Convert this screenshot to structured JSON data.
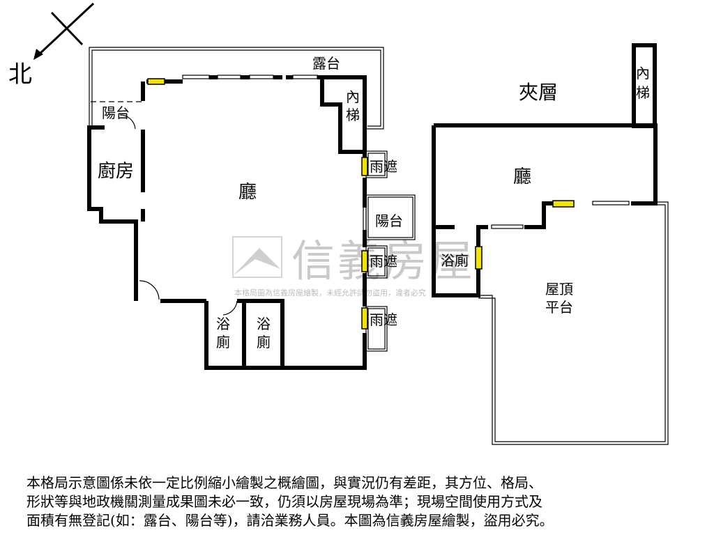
{
  "compass": {
    "north_label": "北"
  },
  "rooms": {
    "terrace_top": "露台",
    "balcony_left": "陽台",
    "stairs_main_1": "內",
    "stairs_main_2": "梯",
    "kitchen": "廚房",
    "living_main": "廳",
    "canopy_1": "雨遮",
    "balcony_right": "陽台",
    "canopy_2": "雨遮",
    "canopy_3": "雨遮",
    "bath_1_a": "浴",
    "bath_1_b": "廁",
    "bath_2_a": "浴",
    "bath_2_b": "廁",
    "mezzanine": "夾層",
    "stairs_mezz_1": "內",
    "stairs_mezz_2": "梯",
    "living_mezz": "廳",
    "bath_mezz": "浴廁",
    "roof_1": "屋頂",
    "roof_2": "平台"
  },
  "watermark": {
    "brand": "信義房屋",
    "line": "本格局圖為信義房屋繪製，未經允許請勿盜用，違者必究"
  },
  "disclaimer": "本格局示意圖係未依一定比例縮小繪製之概繪圖，與實況仍有差距，其方位、格局、\n形狀等與地政機關測量成果圖未必一致，仍須以房屋現場為準；現場空間使用方式及\n面積有無登記(如：露台、陽台等)，請洽業務人員。本圖為信義房屋繪製，盜用必究。",
  "colors": {
    "wall": "#000000",
    "window_fill": "#f2e400",
    "watermark": "#c9c9c9"
  }
}
